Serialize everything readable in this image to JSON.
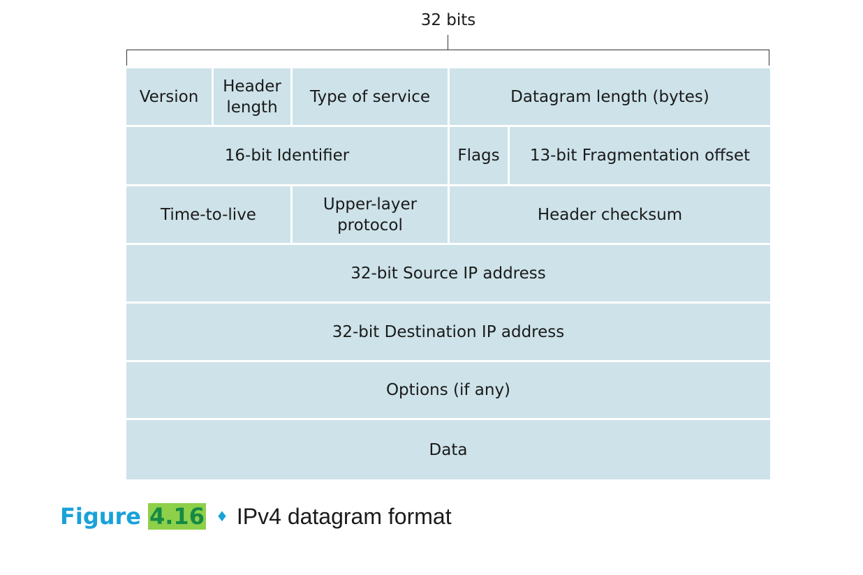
{
  "width_label": "32 bits",
  "rows": [
    {
      "cells": [
        {
          "label": "Version"
        },
        {
          "label": "Header\nlength"
        },
        {
          "label": "Type of service"
        },
        {
          "label": "Datagram length (bytes)"
        }
      ]
    },
    {
      "cells": [
        {
          "label": "16-bit Identifier"
        },
        {
          "label": "Flags"
        },
        {
          "label": "13-bit Fragmentation offset"
        }
      ]
    },
    {
      "cells": [
        {
          "label": "Time-to-live"
        },
        {
          "label": "Upper-layer\nprotocol"
        },
        {
          "label": "Header checksum"
        }
      ]
    },
    {
      "cells": [
        {
          "label": "32-bit Source IP address"
        }
      ]
    },
    {
      "cells": [
        {
          "label": "32-bit Destination IP address"
        }
      ]
    },
    {
      "cells": [
        {
          "label": "Options (if any)"
        }
      ]
    },
    {
      "cells": [
        {
          "label": "Data"
        }
      ]
    }
  ],
  "caption": {
    "figure_word": "Figure",
    "figure_number": "4.16",
    "separator": "♦",
    "title": "IPv4 datagram format"
  }
}
